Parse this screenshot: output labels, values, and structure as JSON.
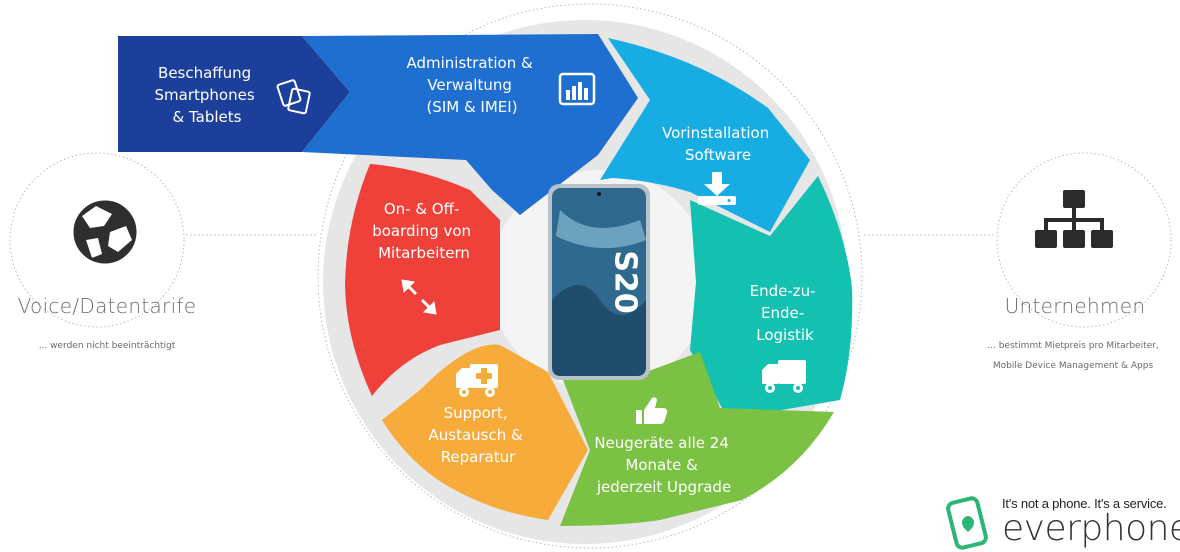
{
  "center_device": {
    "model": "S20"
  },
  "cycle_steps": [
    {
      "id": "beschaffung",
      "lines": [
        "Beschaffung",
        "Smartphones",
        "& Tablets"
      ],
      "icon": "devices-icon",
      "color": "#1d3f9c"
    },
    {
      "id": "administration",
      "lines": [
        "Administration &",
        "Verwaltung",
        "(SIM & IMEI)"
      ],
      "icon": "bar-chart-icon",
      "color": "#1f6fd0"
    },
    {
      "id": "vorinstallation",
      "lines": [
        "Vorinstallation",
        "Software"
      ],
      "icon": "download-icon",
      "color": "#17ade3"
    },
    {
      "id": "logistik",
      "lines": [
        "Ende-zu-",
        "Ende-",
        "Logistik"
      ],
      "icon": "truck-icon",
      "color": "#14c0b0"
    },
    {
      "id": "neugeraete",
      "lines": [
        "Neugeräte alle 24",
        "Monate &",
        "jederzeit Upgrade"
      ],
      "icon": "thumbs-up-icon",
      "color": "#7bc143"
    },
    {
      "id": "support",
      "lines": [
        "Support,",
        "Austausch &",
        "Reparatur"
      ],
      "icon": "ambulance-icon",
      "color": "#f6ab3a"
    },
    {
      "id": "onboarding",
      "lines": [
        "On- & Off-",
        "boarding von",
        "Mitarbeitern"
      ],
      "icon": "swap-arrows-icon",
      "color": "#f0403a"
    }
  ],
  "left_node": {
    "title": "Voice/Datentarife",
    "subtitle": "... werden nicht beeinträchtigt",
    "icon": "globe-icon"
  },
  "right_node": {
    "title": "Unternehmen",
    "subtitle_lines": [
      "... bestimmt Mietpreis pro Mitarbeiter,",
      "Mobile Device Management & Apps"
    ],
    "icon": "org-chart-icon"
  },
  "brand": {
    "tagline": "It's not a phone. It's a service.",
    "name": "everphone",
    "icon": "everphone-logo-icon",
    "accent": "#2bb673"
  }
}
